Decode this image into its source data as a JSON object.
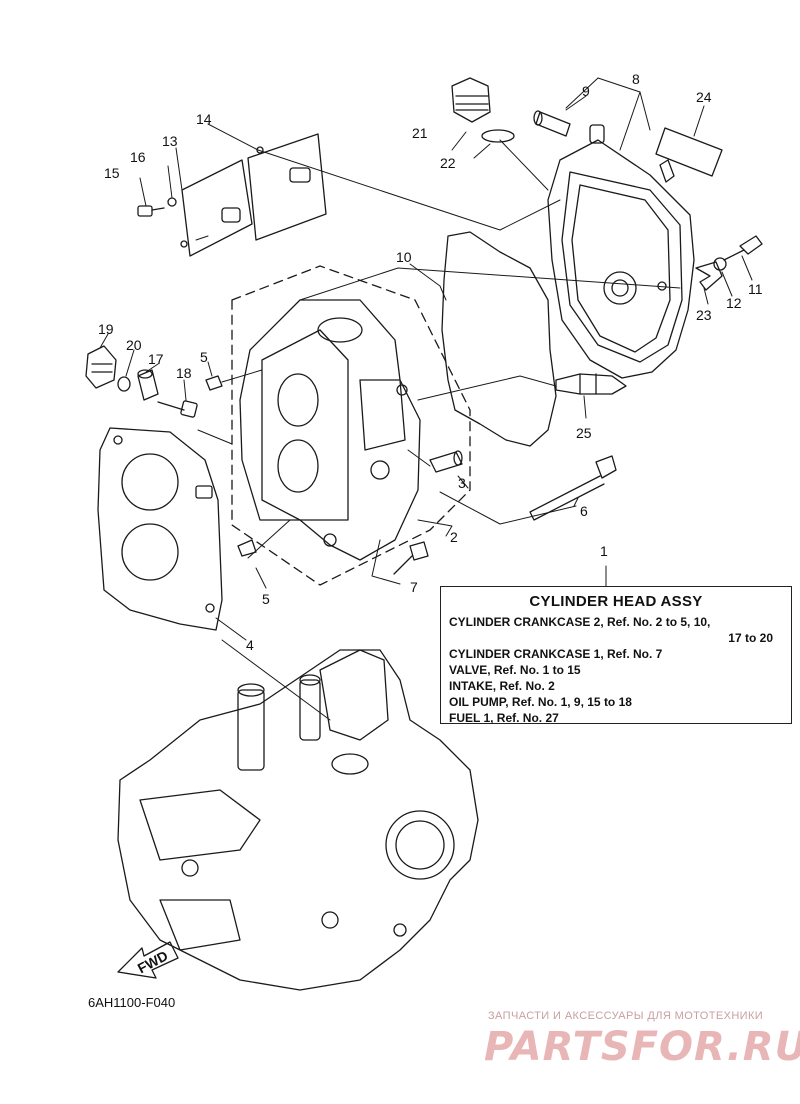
{
  "callouts": [
    "1",
    "2",
    "3",
    "4",
    "5",
    "5",
    "6",
    "7",
    "8",
    "9",
    "10",
    "11",
    "12",
    "13",
    "14",
    "15",
    "16",
    "17",
    "18",
    "19",
    "20",
    "21",
    "22",
    "23",
    "24",
    "25"
  ],
  "legend": {
    "title": "CYLINDER HEAD ASSY",
    "lines": [
      "CYLINDER CRANKCASE 2,  Ref. No. 2 to 5, 10,",
      "17 to 20",
      "CYLINDER CRANKCASE 1,  Ref. No. 7",
      "VALVE,  Ref. No. 1 to 15",
      "INTAKE,  Ref. No. 2",
      "OIL PUMP,  Ref. No. 1, 9, 15 to 18",
      "FUEL 1,  Ref. No. 27"
    ]
  },
  "diagram_code": "6AH1100-F040",
  "watermark": {
    "tagline": "ЗАПЧАСТИ И АКСЕССУАРЫ ДЛЯ МОТОТЕХНИКИ",
    "logo": "PARTSFOR.RU"
  },
  "fwd_label": "FWD",
  "colors": {
    "ink": "#1a1a1a",
    "watermark": "#e8b6b6"
  }
}
